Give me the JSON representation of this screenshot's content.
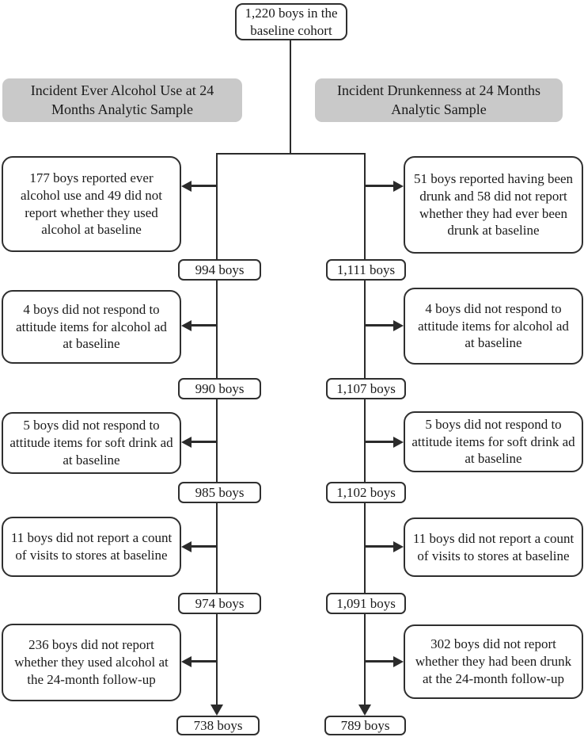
{
  "top_box": "1,220 boys in the baseline cohort",
  "headers": {
    "left": "Incident Ever Alcohol Use at 24 Months Analytic Sample",
    "right": "Incident Drunkenness at 24 Months Analytic Sample"
  },
  "left_column": {
    "exclusions": [
      "177 boys reported ever alcohol use and 49 did not report whether they used alcohol at baseline",
      "4 boys did not respond to attitude items for alcohol ad at baseline",
      "5 boys did not respond to attitude items for soft drink ad at baseline",
      "11 boys did not report a count of visits to stores at baseline",
      "236 boys did not report whether they used alcohol at the 24-month follow-up"
    ],
    "counts": [
      "994 boys",
      "990 boys",
      "985 boys",
      "974 boys"
    ],
    "final_count": "738 boys"
  },
  "right_column": {
    "exclusions": [
      "51 boys reported having been drunk and 58 did not report whether they had ever been drunk at baseline",
      "4 boys did not respond to attitude items for alcohol ad at baseline",
      "5 boys did not respond to attitude items for soft drink ad at baseline",
      "11 boys did not report a count of visits to stores at baseline",
      "302 boys did not report whether they had been drunk at the 24-month follow-up"
    ],
    "counts": [
      "1,111 boys",
      "1,107 boys",
      "1,102 boys",
      "1,091 boys"
    ],
    "final_count": "789 boys"
  },
  "colors": {
    "header_fill": "#c9c9c9",
    "line": "#2b2b2b",
    "box_border": "#2f2f2f",
    "text": "#1a1a1a",
    "background": "#ffffff"
  }
}
